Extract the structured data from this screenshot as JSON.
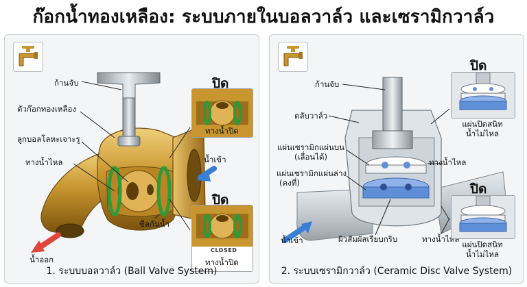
{
  "title": "ก๊อกน้ำทองเหลือง: ระบบภายในบอลวาล์ว และเซรามิกวาล์ว",
  "left": {
    "caption": "1. ระบบบอลวาล์ว (Ball Valve System)",
    "labels": {
      "handle": "ก้านจับ",
      "brass_body": "ตัวก๊อกทองเหลือง",
      "drilled_ball": "ลูกบอลโลหะเจาะรู",
      "flow_path": "ทางน้ำไหล",
      "seal": "ซีลกันน้ำ",
      "water_in": "น้ำเข้า",
      "water_out": "น้ำออก"
    },
    "closed_heading": "ปิด",
    "closed_path_label": "ทางน้ำปิด",
    "closed_tag": "CLOSED"
  },
  "right": {
    "caption": "2. ระบบเซรามิกวาล์ว (Ceramic Disc Valve System)",
    "labels": {
      "handle": "ก้านจับ",
      "cartridge": "ตลับวาล์ว",
      "upper_disc": "แผ่นเซรามิกแผ่นบน",
      "upper_disc_note": "(เลื่อนได้)",
      "lower_disc": "แผ่นเซรามิกแผ่นล่าง",
      "lower_disc_note": "(คงที่)",
      "flow_path": "ทางน้ำไหล",
      "contact_surface": "ผิวสัมผัสเรียบกริบ",
      "water_in": "น้ำเข้า"
    },
    "closed_heading": "ปิด",
    "closed_desc_line1": "แผ่นปิดสนิท",
    "closed_desc_line2": "น้ำไม่ไหล"
  },
  "colors": {
    "brass": "#c8952e",
    "brass_dark": "#8a5f14",
    "seal_green": "#2e9a3a",
    "water_blue": "#3a7fd6",
    "ceramic_blue": "#5f8fd8",
    "out_red": "#e0473a",
    "steel": "#b9c0c7"
  }
}
